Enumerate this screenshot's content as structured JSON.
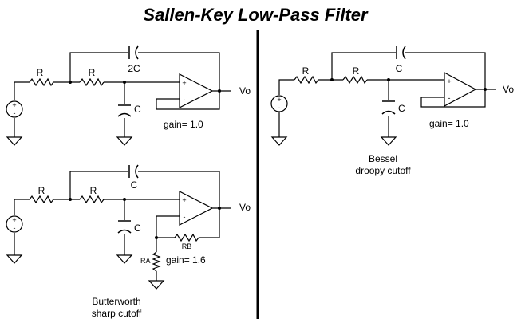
{
  "title": "Sallen-Key Low-Pass Filter",
  "colors": {
    "ink": "#000000",
    "background": "#ffffff"
  },
  "circuits": [
    {
      "id": "top-left",
      "resistor1": "R",
      "resistor2": "R",
      "feedback_capacitor": "2C",
      "ground_capacitor": "C",
      "output": "Vo",
      "gain": "gain= 1.0",
      "source_plus": "+",
      "source_minus": "-",
      "opamp_plus": "+",
      "opamp_minus": "-"
    },
    {
      "id": "right",
      "resistor1": "R",
      "resistor2": "R",
      "feedback_capacitor": "C",
      "ground_capacitor": "C",
      "output": "Vo",
      "gain": "gain= 1.0",
      "caption_line1": "Bessel",
      "caption_line2": "droopy cutoff",
      "source_plus": "+",
      "source_minus": "-",
      "opamp_plus": "+",
      "opamp_minus": "-"
    },
    {
      "id": "bottom-left",
      "resistor1": "R",
      "resistor2": "R",
      "feedback_capacitor": "C",
      "ground_capacitor": "C",
      "output": "Vo",
      "gain": "gain= 1.6",
      "feedback_resistor": "RB",
      "ground_resistor": "RA",
      "caption_line1": "Butterworth",
      "caption_line2": "sharp cutoff",
      "source_plus": "+",
      "source_minus": "-",
      "opamp_plus": "+",
      "opamp_minus": "-"
    }
  ]
}
